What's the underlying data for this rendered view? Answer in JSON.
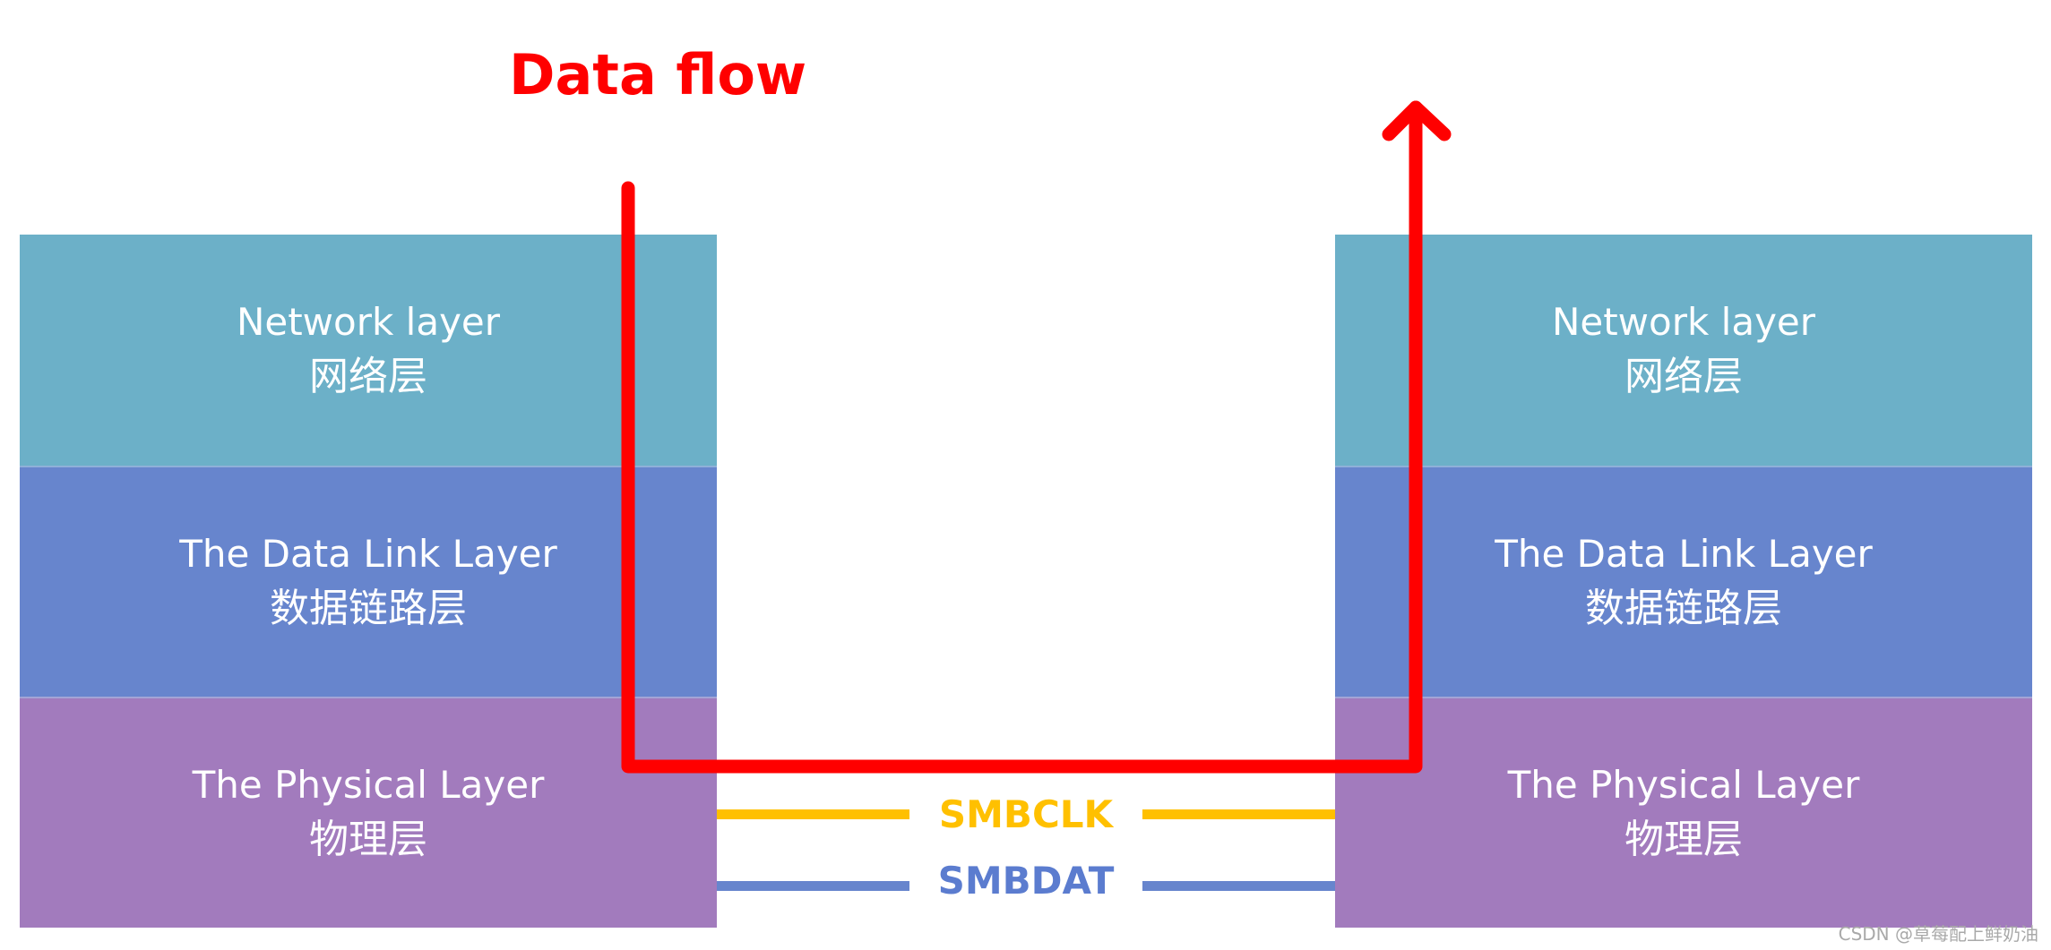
{
  "title": "Data flow",
  "left_stack": {
    "layers": [
      {
        "en": "Network layer",
        "zh": "网络层"
      },
      {
        "en": "The Data Link Layer",
        "zh": "数据链路层"
      },
      {
        "en": "The Physical Layer",
        "zh": "物理层"
      }
    ]
  },
  "right_stack": {
    "layers": [
      {
        "en": "Network layer",
        "zh": "网络层"
      },
      {
        "en": "The Data Link Layer",
        "zh": "数据链路层"
      },
      {
        "en": "The Physical Layer",
        "zh": "物理层"
      }
    ]
  },
  "bus": {
    "clock": {
      "label": "SMBCLK",
      "color": "#ffc000"
    },
    "data": {
      "label": "SMBDAT",
      "color": "#6785cd"
    }
  },
  "colors": {
    "flow_arrow": "#ff0000",
    "network_layer": "#6cb0c8",
    "data_link_layer": "#6785cd",
    "physical_layer": "#a27bbd"
  },
  "watermark": "CSDN @草莓配上鲜奶油"
}
